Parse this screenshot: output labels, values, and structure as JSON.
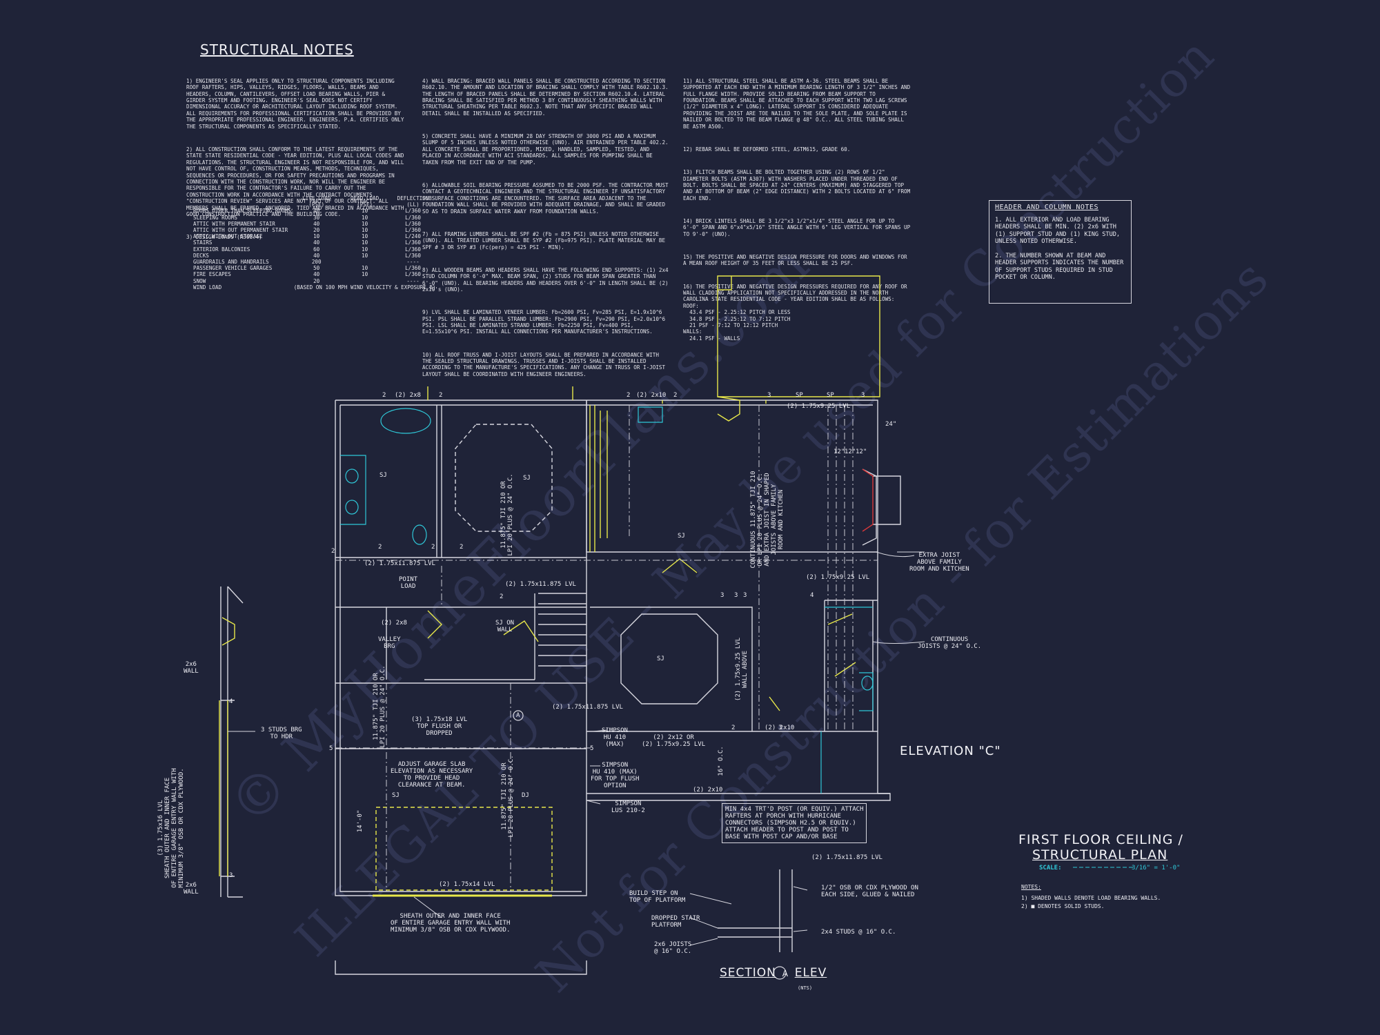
{
  "structural_notes": {
    "title": "STRUCTURAL NOTES",
    "column1": [
      "1) ENGINEER'S SEAL APPLIES ONLY TO STRUCTURAL COMPONENTS INCLUDING ROOF RAFTERS, HIPS, VALLEYS, RIDGES, FLOORS, WALLS, BEAMS AND HEADERS, COLUMN, CANTILEVERS, OFFSET LOAD BEARING WALLS, PIER & GIRDER SYSTEM AND FOOTING. ENGINEER'S SEAL DOES NOT CERTIFY DIMENSIONAL ACCURACY OR ARCHITECTURAL LAYOUT INCLUDING ROOF SYSTEM. ALL REQUIREMENTS FOR PROFESSIONAL CERTIFICATION SHALL BE PROVIDED BY THE APPROPRIATE PROFESSIONAL ENGINEER. ENGINEERS. P.A. CERTIFIES ONLY THE STRUCTURAL COMPONENTS AS SPECIFICALLY STATED.",
      "2) ALL CONSTRUCTION SHALL CONFORM TO THE LATEST REQUIREMENTS OF THE STATE STATE RESIDENTIAL CODE - YEAR EDITION, PLUS ALL LOCAL CODES AND REGULATIONS. THE STRUCTURAL ENGINEER IS NOT RESPONSIBLE FOR, AND WILL NOT HAVE CONTROL OF, CONSTRUCTION MEANS, METHODS, TECHNIQUES, SEQUENCES OR PROCEDURES, OR FOR SAFETY PRECAUTIONS AND PROGRAMS IN CONNECTION WITH THE CONSTRUCTION WORK, NOR WILL THE ENGINEER BE RESPONSIBLE FOR THE CONTRACTOR'S FAILURE TO CARRY OUT THE CONSTRUCTION WORK IN ACCORDANCE WITH THE CONTRACT DOCUMENTS. \"CONSTRUCTION REVIEW\" SERVICES ARE NOT PART OF OUR CONTRACT. ALL MEMBERS SHALL BE FRAMED, ANCHORED, TIED AND BRACED IN ACCORDANCE WITH GOOD CONSTRUCTION PRACTICE AND THE BUILDING CODE."
    ],
    "design_loads": {
      "heading": "3) DESIGN LOADS (R301.4)",
      "col_live": "LIVE LOAD\n(PSF)",
      "col_dead": "DEAD LOAD\n(PSF)",
      "col_defl": "DEFLECTION\n(LL)",
      "rows": [
        [
          "ROOMS OTHER THAN SLEEPING ROOMS",
          "40",
          "10",
          "L/360"
        ],
        [
          "SLEEPING ROOMS",
          "30",
          "10",
          "L/360"
        ],
        [
          "ATTIC WITH PERMANENT STAIR",
          "40",
          "10",
          "L/360"
        ],
        [
          "ATTIC WITH OUT PERMANENT STAIR",
          "20",
          "10",
          "L/360"
        ],
        [
          "ATTIC WITH OUT STORAGE",
          "10",
          "10",
          "L/240"
        ],
        [
          "STAIRS",
          "40",
          "10",
          "L/360"
        ],
        [
          "EXTERIOR BALCONIES",
          "60",
          "10",
          "L/360"
        ],
        [
          "DECKS",
          "40",
          "10",
          "L/360"
        ],
        [
          "GUARDRAILS AND HANDRAILS",
          "200",
          "",
          "----"
        ],
        [
          "PASSENGER VEHICLE GARAGES",
          "50",
          "10",
          "L/360"
        ],
        [
          "FIRE ESCAPES",
          "40",
          "10",
          "L/360"
        ],
        [
          "SNOW",
          "20",
          "",
          "----"
        ]
      ],
      "wind": [
        "WIND LOAD",
        "(BASED ON 100 MPH WIND VELOCITY & EXPOSURE B)"
      ]
    },
    "column2": [
      "4) WALL BRACING: BRACED WALL PANELS SHALL BE CONSTRUCTED ACCORDING TO SECTION R602.10. THE AMOUNT AND LOCATION OF BRACING SHALL COMPLY WITH TABLE R602.10.3. THE LENGTH OF BRACED PANELS SHALL BE DETERMINED BY SECTION R602.10.4. LATERAL BRACING SHALL BE SATISFIED PER METHOD 3 BY CONTINUOUSLY SHEATHING WALLS WITH STRUCTURAL SHEATHING PER TABLE R602.3. NOTE THAT ANY SPECIFIC BRACED WALL DETAIL SHALL BE INSTALLED AS SPECIFIED.",
      "5) CONCRETE SHALL HAVE A MINIMUM 28 DAY STRENGTH OF 3000 PSI AND A MAXIMUM SLUMP OF 5 INCHES UNLESS NOTED OTHERWISE (UNO). AIR ENTRAINED PER TABLE 402.2. ALL CONCRETE SHALL BE PROPORTIONED, MIXED, HANDLED, SAMPLED, TESTED, AND PLACED IN ACCORDANCE WITH ACI STANDARDS. ALL SAMPLES FOR PUMPING SHALL BE TAKEN FROM THE EXIT END OF THE PUMP.",
      "6) ALLOWABLE SOIL BEARING PRESSURE ASSUMED TO BE 2000 PSF. THE CONTRACTOR MUST CONTACT A GEOTECHNICAL ENGINEER AND THE STRUCTURAL ENGINEER IF UNSATISFACTORY SUBSURFACE CONDITIONS ARE ENCOUNTERED. THE SURFACE AREA ADJACENT TO THE FOUNDATION WALL SHALL BE PROVIDED WITH ADEQUATE DRAINAGE, AND SHALL BE GRADED SO AS TO DRAIN SURFACE WATER AWAY FROM FOUNDATION WALLS.",
      "7) ALL FRAMING LUMBER SHALL BE SPF #2 (Fb = 875 PSI) UNLESS NOTED OTHERWISE (UNO). ALL TREATED LUMBER SHALL BE SYP #2 (Fb=975 PSI). PLATE MATERIAL MAY BE SPF # 3 OR SYP #3 (Fc(perp) = 425 PSI - MIN).",
      "8) ALL WOODEN BEAMS AND HEADERS SHALL HAVE THE FOLLOWING END SUPPORTS: (1) 2x4 STUD COLUMN FOR 6'-0\" MAX. BEAM SPAN, (2) STUDS FOR BEAM SPAN GREATER THAN 6'-0\" (UNO). ALL BEARING HEADERS AND HEADERS OVER 6'-0\" IN LENGTH SHALL BE (2) 2x10's (UNO).",
      "9) LVL SHALL BE LAMINATED VENEER LUMBER: Fb=2600 PSI, Fv=285 PSI, E=1.9x10^6 PSI. PSL SHALL BE PARALLEL STRAND LUMBER: Fb=2900 PSI, Fv=290 PSI, E=2.0x10^6 PSI. LSL SHALL BE LAMINATED STRAND LUMBER: Fb=2250 PSI, Fv=400 PSI, E=1.55x10^6 PSI. INSTALL ALL CONNECTIONS PER MANUFACTURER'S INSTRUCTIONS.",
      "10) ALL ROOF TRUSS AND I-JOIST LAYOUTS SHALL BE PREPARED IN ACCORDANCE WITH THE SEALED STRUCTURAL DRAWINGS. TRUSSES AND I-JOISTS SHALL BE INSTALLED ACCORDING TO THE MANUFACTURE'S SPECIFICATIONS. ANY CHANGE IN TRUSS OR I-JOIST LAYOUT SHALL BE COORDINATED WITH ENGINEER ENGINEERS."
    ],
    "column3": [
      "11) ALL STRUCTURAL STEEL SHALL BE ASTM A-36. STEEL BEAMS SHALL BE SUPPORTED AT EACH END WITH A MINIMUM BEARING LENGTH OF 3 1/2\" INCHES AND FULL FLANGE WIDTH. PROVIDE SOLID BEARING FROM BEAM SUPPORT TO FOUNDATION. BEAMS SHALL BE ATTACHED TO EACH SUPPORT WITH TWO LAG SCREWS (1/2\" DIAMETER x 4\" LONG). LATERAL SUPPORT IS CONSIDERED ADEQUATE PROVIDING THE JOIST ARE TOE NAILED TO THE SOLE PLATE, AND SOLE PLATE IS NAILED OR BOLTED TO THE BEAM FLANGE @ 48\" O.C.. ALL STEEL TUBING SHALL BE ASTM A500.",
      "12) REBAR SHALL BE DEFORMED STEEL, ASTM615, GRADE 60.",
      "13) FLITCH BEAMS SHALL BE BOLTED TOGETHER USING (2) ROWS OF 1/2\" DIAMETER BOLTS (ASTM A307) WITH WASHERS PLACED UNDER THREADED END OF BOLT. BOLTS SHALL BE SPACED AT 24\" CENTERS (MAXIMUM) AND STAGGERED TOP AND AT BOTTOM OF BEAM (2\" EDGE DISTANCE) WITH 2 BOLTS LOCATED AT 6\" FROM EACH END.",
      "14) BRICK LINTELS SHALL BE 3 1/2\"x3 1/2\"x1/4\" STEEL ANGLE FOR UP TO 6'-0\" SPAN AND 6\"x4\"x5/16\" STEEL ANGLE WITH 6\" LEG VERTICAL FOR SPANS UP TO 9'-0\" (UNO).",
      "15) THE POSITIVE AND NEGATIVE DESIGN PRESSURE FOR DOORS AND WINDOWS FOR A MEAN ROOF HEIGHT OF 35 FEET OR LESS SHALL BE 25 PSF.",
      "16) THE POSITIVE AND NEGATIVE DESIGN PRESSURES REQUIRED FOR ANY ROOF OR WALL CLADDING APPLICATION NOT SPECIFICALLY ADDRESSED IN THE NORTH CAROLINA STATE RESIDENTIAL CODE - YEAR EDITION SHALL BE AS FOLLOWS:\nROOF:\n  43.4 PSF - 2.25:12 PITCH OR LESS\n  34.8 PSF - 2.25:12 TO 7:12 PITCH\n  21 PSF - 7:12 TO 12:12 PITCH\nWALLS:\n  24.1 PSF - WALLS"
    ]
  },
  "header_column_notes": {
    "title": "HEADER AND COLUMN NOTES",
    "text": "1. ALL EXTERIOR AND LOAD BEARING HEADERS SHALL BE MIN. (2) 2x6 WITH (1) SUPPORT STUD AND (1) KING STUD, UNLESS NOTED OTHERWISE.\n\n2. THE NUMBER SHOWN AT BEAM AND HEADER SUPPORTS INDICATES THE NUMBER OF SUPPORT STUDS REQUIRED IN STUD POCKET OR COLUMN."
  },
  "plan_labels": {
    "top_2x8": "(2) 2x8",
    "top_2x10": "(2) 2x10",
    "top_sp1": "SP",
    "top_sp2": "SP",
    "lvl_925_top": "(2) 1.75x9.25 LVL",
    "dim_24": "24\"",
    "dim_12a": "12\"",
    "dim_12b": "12\"",
    "dim_12c": "12\"",
    "lvl_11875_a": "(2) 1.75x11.875 LVL",
    "lvl_11875_b": "(2) 1.75x11.875 LVL",
    "point_load": "POINT\nLOAD",
    "hdr_2x8": "(2) 2x8",
    "valley_brg": "VALLEY\nBRG",
    "sj_on_wall": "SJ ON\nWALL",
    "lvl_925_mid": "(2) 1.75x9.25 LVL",
    "extra_joist": "EXTRA JOIST\nABOVE FAMILY\nROOM AND KITCHEN",
    "continuous_joists": "CONTINUOUS\nJOISTS @ 24\" O.C.",
    "tji_1": "11.875\" TJI 210 OR\nLPI 20 PLUS @ 24\" O.C.",
    "tji_2": "11.875\" TJI 210 OR\nLPI 20 PLUS @ 24\" O.C.",
    "tji_3": "11.875\" TJI 210 OR\nLPI 20 PLUS @ 24\" O.C.",
    "cont_tji": "CONTINUOUS 11.875\" TJI 210\nOR LPI 20 PLUS @ 24\" O.C.\nAND EXTRA JOIST IN SHAPED\nJOISTS ABOVE FAMILY\nROOM AND KITCHEN",
    "lvl_wall_above": "(2) 1.75x9.25 LVL\nWALL ABOVE",
    "lvl_18": "(3) 1.75x18 LVL\nTOP FLUSH OR\nDROPPED",
    "lvl_11875_c": "(2) 1.75x11.875 LVL",
    "simpson_hu410": "SIMPSON\nHU 410\n(MAX)",
    "simpson_hu410b": "SIMPSON\nHU 410 (MAX)\nFOR TOP FLUSH\nOPTION",
    "simpson_lus": "SIMPSON\nLUS 210-2",
    "hdr_2x12": "(2) 2x12 OR\n(2) 1.75x9.25 LVL",
    "hdr_2x10": "(2) 2x10",
    "hdr_2x10b": "(2) 2x10",
    "dim_16oc": "16\" O.C.",
    "adjust_garage": "ADJUST GARAGE SLAB\nELEVATION AS NECESSARY\nTO PROVIDE HEAD\nCLEARANCE AT BEAM.",
    "dim_14": "14'-0\"",
    "lvl_14": "(2) 1.75x14 LVL",
    "sheath_bottom": "SHEATH OUTER AND INNER FACE\nOF ENTIRE GARAGE ENTRY WALL WITH\nMINIMUM 3/8\" OSB OR CDX PLYWOOD.",
    "sheath_left": "(3) 1.75x16 LVL\nSHEATH OUTER AND INNER FACE\nOF ENTIRE GARAGE ENTRY WALL WITH\nMINIMUM 3/8\" OSB OR CDX PLYWOOD.",
    "wall_2x6a": "2x6\nWALL",
    "wall_2x6b": "2x6\nWALL",
    "studs_brg": "3 STUDS BRG\nTO HDR",
    "post_note": "MIN 4x4 TRT'D POST (OR EQUIV.) ATTACH\nRAFTERS AT PORCH WITH HURRICANE\nCONNECTORS (SIMPSON H2.5 OR EQUIV.)\nATTACH HEADER TO POST AND POST TO\nBASE WITH POST CAP AND/OR BASE",
    "elevation_c": "ELEVATION \"C\"",
    "sj": "SJ",
    "dj": "DJ",
    "marker_a": "A"
  },
  "stud_counts": [
    "2",
    "2",
    "2",
    "2",
    "3",
    "3",
    "3",
    "2",
    "2",
    "2",
    "2",
    "2",
    "3",
    "3",
    "4",
    "5",
    "5",
    "4",
    "3",
    "2",
    "3"
  ],
  "section": {
    "title": "SECTION",
    "marker": "A",
    "suffix": "ELEV",
    "nts": "(NTS)",
    "lvl": "(2) 1.75x11.875 LVL",
    "osb": "1/2\" OSB OR CDX PLYWOOD ON\nEACH SIDE, GLUED & NAILED",
    "build_step": "BUILD STEP ON\nTOP OF PLATFORM",
    "dropped_stair": "DROPPED STAIR\nPLATFORM",
    "joists": "2x6 JOISTS\n@ 16\" O.C.",
    "studs": "2x4 STUDS @ 16\" O.C."
  },
  "title_block": {
    "line1": "FIRST FLOOR CEILING /",
    "line2": "STRUCTURAL PLAN",
    "scale_label": "SCALE:",
    "scale_value": "3/16\" = 1'-0\"",
    "notes_heading": "NOTES:",
    "note1": "1) SHADED WALLS DENOTE LOAD BEARING WALLS.",
    "note2": "2) ■ DENOTES SOLID STUDS."
  },
  "watermark": {
    "line1": "© MyHomeFloorPlans.com",
    "line2": "ILLEGAL TO USE - May be used for Construction",
    "line3": "Not for Construction - for Estimations"
  },
  "colors": {
    "background": "#1f2338",
    "linework": "#d8d8e0",
    "accent_yellow": "#e8e84a",
    "accent_cyan": "#2fc8d8",
    "accent_red": "#d8383a",
    "watermark": "#2f3451"
  }
}
